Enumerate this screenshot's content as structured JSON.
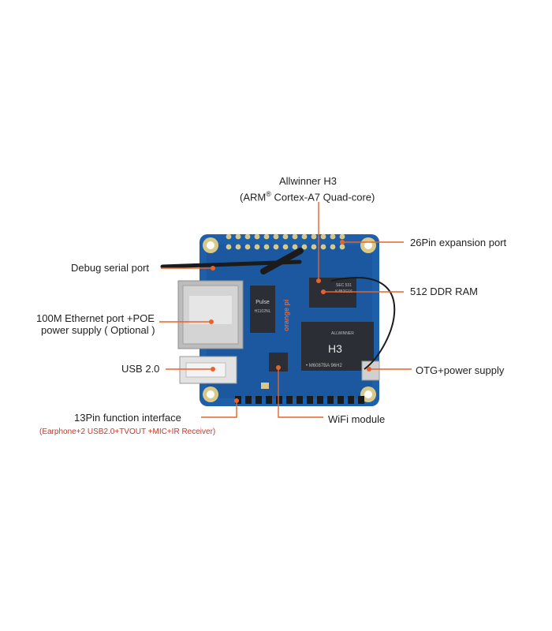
{
  "labels": {
    "soc_line1": "Allwinner H3",
    "soc_line2_prefix": "(ARM",
    "soc_registered": "®",
    "soc_line2_suffix": " Cortex-A7 Quad-core)",
    "expansion": "26Pin expansion port",
    "debug_serial": "Debug serial port",
    "ram": "512 DDR RAM",
    "ethernet_line1": "100M Ethernet port +POE",
    "ethernet_line2": "power supply",
    "ethernet_optional": "( Optional )",
    "usb": "USB 2.0",
    "otg": "OTG+power supply",
    "function_interface": "13Pin function interface",
    "function_interface_detail": "(Earphone+2 USB2.0+TVOUT +MIC+IR Receiver)",
    "wifi": "WiFi module"
  },
  "board_text": {
    "chip_name": "H3",
    "chip_brand": "ALLWINNER",
    "chip_code": "• M6087BA 96H2",
    "brand_vertical": "orange pi",
    "pulse_name": "Pulse",
    "pulse_code": "H1102NL",
    "ram_text": "SEC 531",
    "ram_code": "K4B2G16"
  },
  "colors": {
    "board": "#1d5fa8",
    "board_dark": "#174e8c",
    "leader": "#e8632b",
    "label_text": "#222222",
    "optional_text": "#c0392b",
    "chip": "#2b2f35",
    "pad_gold": "#d8c98a"
  }
}
